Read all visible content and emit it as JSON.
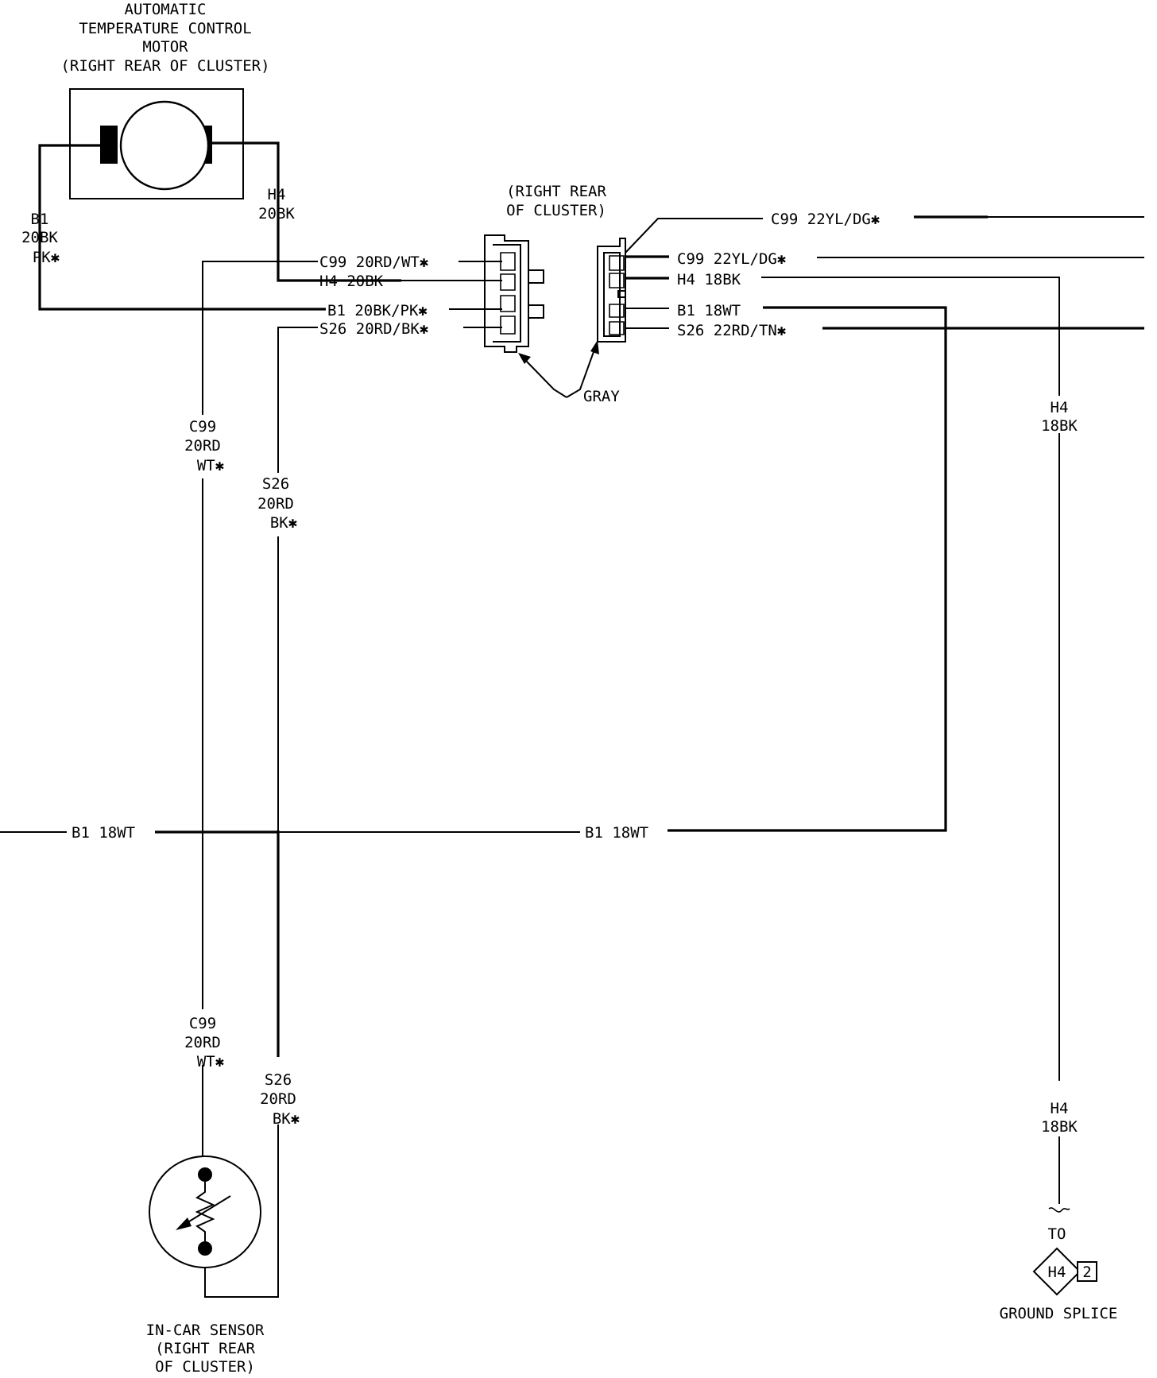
{
  "motor": {
    "title_lines": [
      "AUTOMATIC",
      "TEMPERATURE CONTROL",
      "MOTOR",
      "(RIGHT REAR OF CLUSTER)"
    ],
    "wire_b1": [
      "B1",
      "20BK",
      "PK✱"
    ],
    "wire_h4": [
      "H4",
      "20BK"
    ]
  },
  "connector": {
    "location_lines": [
      "(RIGHT REAR",
      "OF CLUSTER)"
    ],
    "color_label": "GRAY",
    "left_pins": [
      "C99 20RD/WT✱",
      "H4 20BK",
      "B1 20BK/PK✱",
      "S26 20RD/BK✱"
    ],
    "right_pins": [
      "C99 22YL/DG✱",
      "C99 22YL/DG✱",
      "H4 18BK",
      "B1 18WT",
      "S26 22RD/TN✱"
    ]
  },
  "wires": {
    "c99_upper": [
      "C99",
      "20RD",
      "WT✱"
    ],
    "s26_upper": [
      "S26",
      "20RD",
      "BK✱"
    ],
    "b1_left": "B1 18WT",
    "b1_mid": "B1 18WT",
    "h4_upper": [
      "H4",
      "18BK"
    ],
    "c99_lower": [
      "C99",
      "20RD",
      "WT✱"
    ],
    "s26_lower": [
      "S26",
      "20RD",
      "BK✱"
    ],
    "h4_lower": [
      "H4",
      "18BK"
    ]
  },
  "ground": {
    "to_label": "TO",
    "splice_id": "H4",
    "splice_num": "2",
    "label": "GROUND SPLICE"
  },
  "sensor": {
    "label_lines": [
      "IN-CAR SENSOR",
      "(RIGHT REAR",
      "OF CLUSTER)"
    ]
  }
}
